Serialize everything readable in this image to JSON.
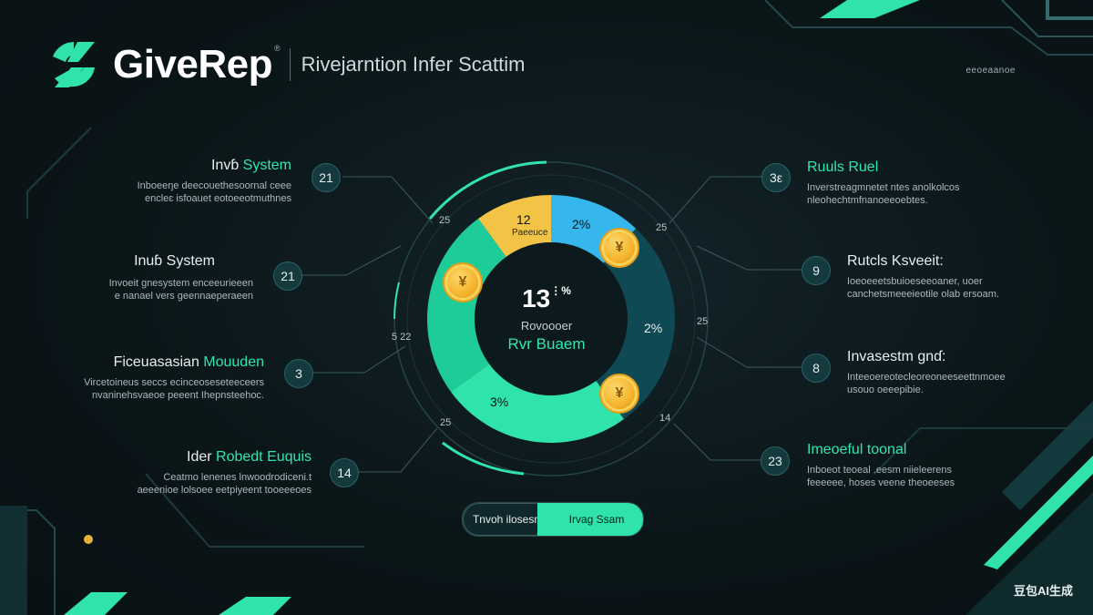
{
  "brand": {
    "name": "GiveRep",
    "trademark": "®",
    "subtitle": "Rivejarntion Infer Scattim"
  },
  "top_right_label": "eeoeaanoe",
  "left_items": [
    {
      "number": "21",
      "title_plain": "Invɓ ",
      "title_accent": "System",
      "desc": [
        "Inboeeŋe deecouethesoornal ceee",
        "encleɛ isfoauet eotoeeotmuthnes"
      ]
    },
    {
      "number": "21",
      "title_plain": "Inuɓ System",
      "title_accent": "",
      "desc": [
        "Invoeit gnesystem enceeurieeen",
        "e nanael vers geennaeperaeen"
      ]
    },
    {
      "number": "3",
      "title_plain": "Ficeuasasian ",
      "title_accent": "Mouuden",
      "desc": [
        "Vircetoineus seccs ecinceoseseteeceers",
        "nvaninehsvaeoe peeent Ihepnsteehoc."
      ]
    },
    {
      "number": "14",
      "title_plain": "Ider ",
      "title_accent": "Robedt Euquis",
      "desc": [
        "Ceatmo lenenes lnwoodrodiceni.t",
        "aeeenioe lolsoee eetpiyeent tooeeeoes"
      ]
    }
  ],
  "right_items": [
    {
      "number": "3ε",
      "title_plain": "",
      "title_accent": "Ruuls Ruel",
      "desc": [
        "Inverstreagmnetet ntes anolkolcos",
        "nleohechtmfnanoeeoebtes."
      ]
    },
    {
      "number": "9",
      "title_plain": "Rutcls Ksveeit:",
      "title_accent": "",
      "desc": [
        "Ioeoeeetsbuioeseeoaner, uoer",
        "canchetsmeeeieotile olab ersoam."
      ]
    },
    {
      "number": "8",
      "title_plain": "Invasestm gnɗ:",
      "title_accent": "",
      "desc": [
        "Inteeoereotecleoreoneeseettnmoee",
        "usouo oeeepibie."
      ]
    },
    {
      "number": "23",
      "title_plain": "",
      "title_accent": "Imeoeful toonal",
      "desc": [
        "Inboeot teoeal .eesm niieleerens",
        "feeeeee, hoses veene theoeeses"
      ]
    }
  ],
  "ring_labels": {
    "top_left": "25",
    "top_right": "25",
    "left": "5 22",
    "right": "25",
    "bottom_left": "25",
    "bottom_right": "14"
  },
  "center": {
    "number": "13",
    "glyph": "⋮%",
    "subtitle": "Rovoooer",
    "accent": "Rvr Buaem"
  },
  "chart_data": {
    "type": "pie",
    "donut": true,
    "slices": [
      {
        "label": "12",
        "sublabel": "Paeeuce",
        "percent": 10,
        "color": "#f3c346"
      },
      {
        "label": "2%",
        "percent": 12,
        "color": "#35b7ee"
      },
      {
        "label": "2%",
        "percent": 28,
        "color": "#0f4a54"
      },
      {
        "label": "3%",
        "percent": 25,
        "color": "#2fe3aa"
      },
      {
        "label": "",
        "percent": 25,
        "color": "#1dcc98"
      }
    ]
  },
  "coins": {
    "top_left": "¥",
    "top_right": "¥",
    "bottom_right": "¥"
  },
  "toggle": {
    "left_label": "Tnvoh ilosesn",
    "right_label": "Irvag Ssam"
  },
  "watermark": "豆包AI生成",
  "colors": {
    "accent": "#2ee6b0",
    "background": "#0b1619",
    "gold": "#f3c346",
    "blue": "#35b7ee"
  }
}
